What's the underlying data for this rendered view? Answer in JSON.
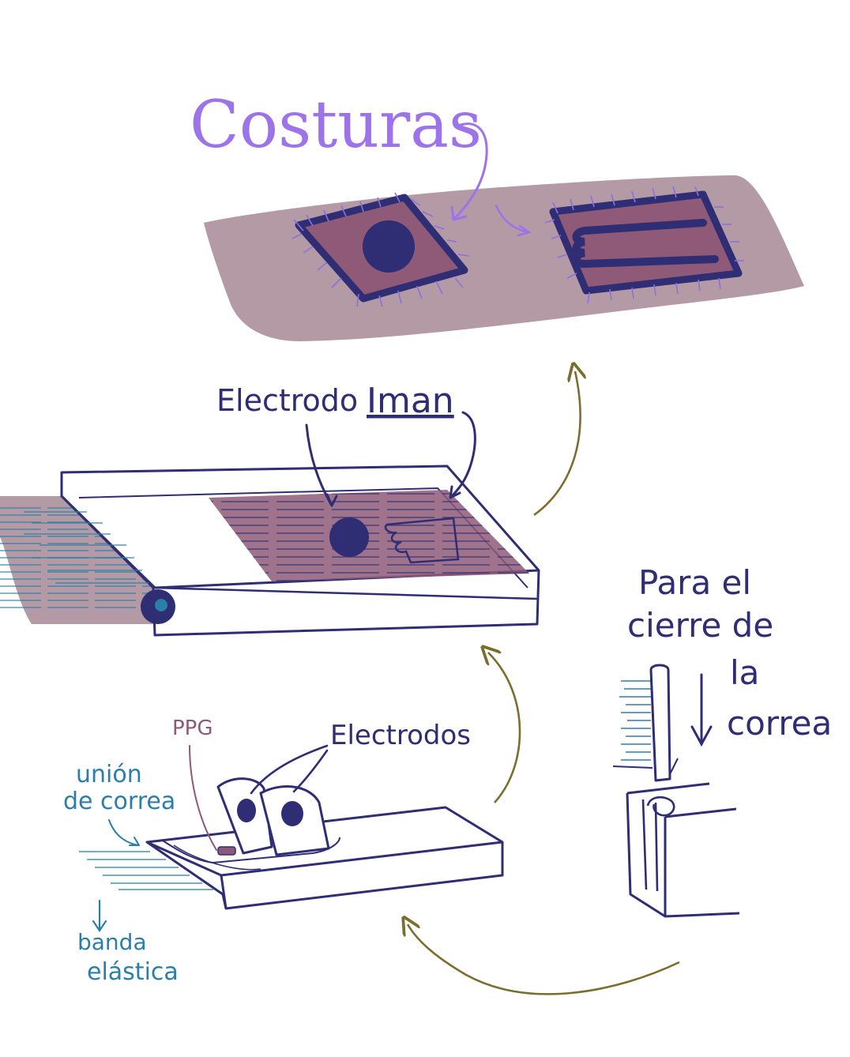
{
  "colors": {
    "fabric": "#b49aa4",
    "fabric_dark": "#8f5a78",
    "navy": "#2f2d73",
    "violet": "#9d73ea",
    "stitch": "#8a70e0",
    "teal": "#2a7fa8",
    "olive": "#7a6d2e",
    "ppg": "#8a5a78"
  },
  "labels": {
    "costuras": "Costuras",
    "electrodo": "Electrodo",
    "iman": "Iman",
    "para_el": "Para el",
    "cierre_de": "cierre de",
    "la": "la",
    "correa": "correa",
    "ppg": "PPG",
    "electrodos": "Electrodos",
    "union": "unión",
    "de_correa": "de correa",
    "banda": "banda",
    "elastica": "elástica"
  },
  "icons": {
    "flow_arrow": "curved-arrow-icon",
    "down_arrow": "down-arrow-icon"
  }
}
